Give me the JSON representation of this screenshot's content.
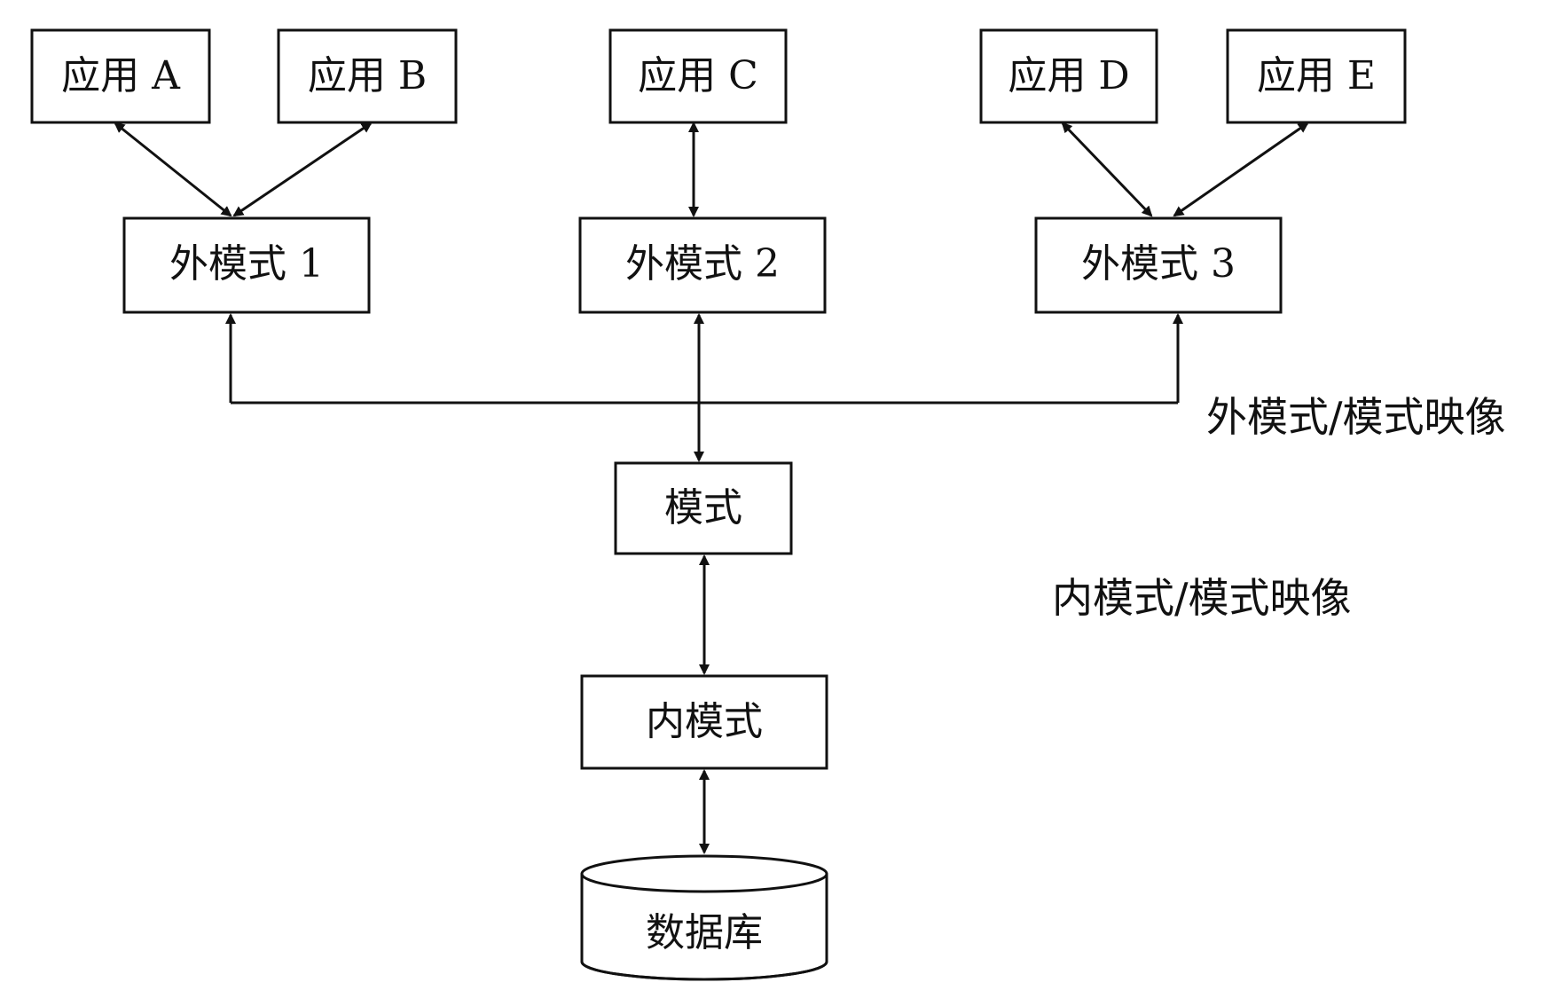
{
  "apps": [
    {
      "label": "应用 A"
    },
    {
      "label": "应用 B"
    },
    {
      "label": "应用 C"
    },
    {
      "label": "应用 D"
    },
    {
      "label": "应用 E"
    }
  ],
  "external_schemas": [
    {
      "label": "外模式 1"
    },
    {
      "label": "外模式 2"
    },
    {
      "label": "外模式 3"
    }
  ],
  "schema": {
    "label": "模式"
  },
  "internal_schema": {
    "label": "内模式"
  },
  "database": {
    "label": "数据库"
  },
  "mappings": {
    "external_schema_mapping": "外模式/模式映像",
    "internal_schema_mapping": "内模式/模式映像"
  }
}
